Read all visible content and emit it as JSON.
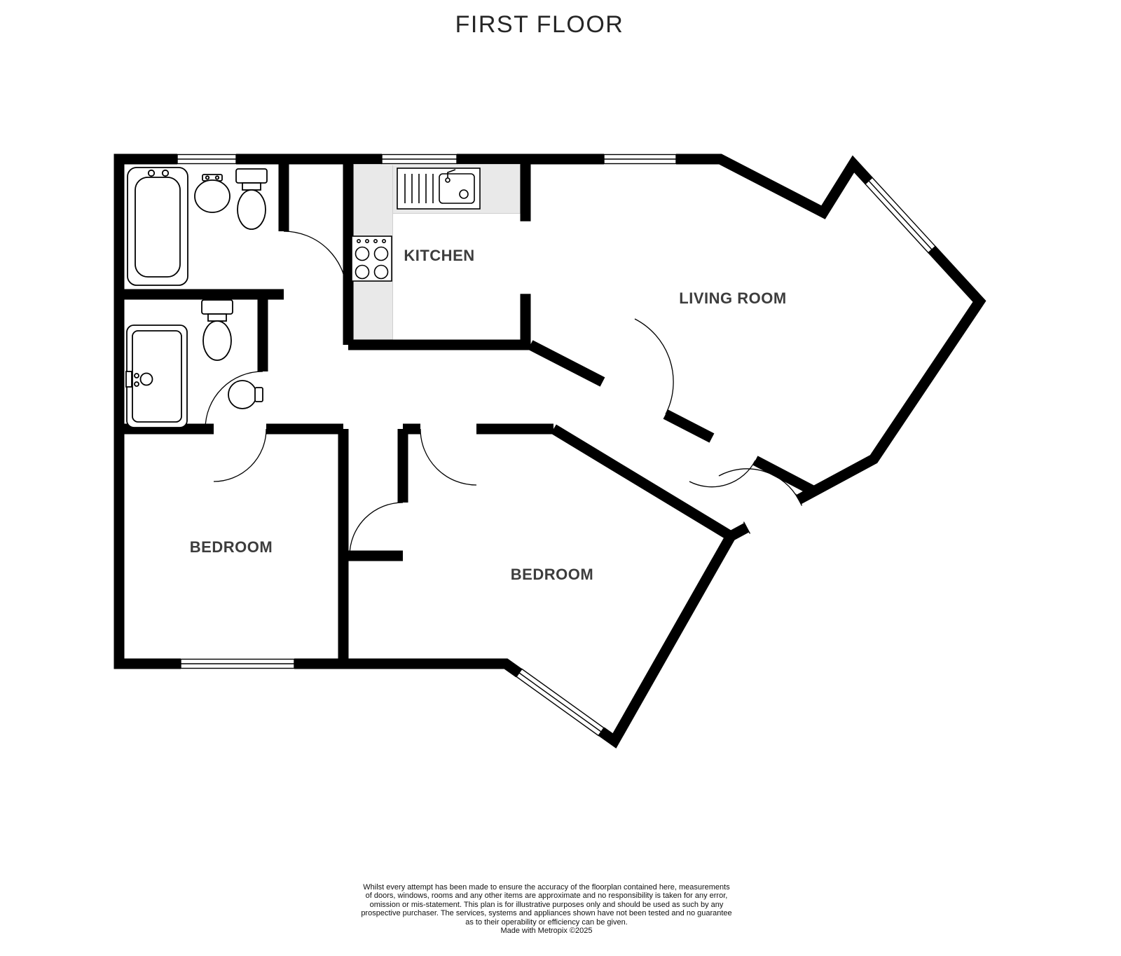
{
  "page": {
    "title": "FIRST FLOOR"
  },
  "rooms": [
    {
      "id": "kitchen",
      "label": "KITCHEN"
    },
    {
      "id": "living-room",
      "label": "LIVING ROOM"
    },
    {
      "id": "bedroom-1",
      "label": "BEDROOM"
    },
    {
      "id": "bedroom-2",
      "label": "BEDROOM"
    }
  ],
  "fixtures": [
    "bathtub",
    "pedestal-basin",
    "toilet",
    "toilet",
    "shower-tray",
    "basin",
    "kitchen-sink",
    "hob"
  ],
  "footer": {
    "disclaimer_lines": [
      "Whilst every attempt has been made to ensure the accuracy of the floorplan contained here, measurements",
      "of doors, windows, rooms and any other items are approximate and no responsibility is taken for any error,",
      "omission or mis-statement. This plan is for illustrative purposes only and should be used as such by any",
      "prospective purchaser. The services, systems and appliances shown have not been tested and no guarantee",
      "as to their operability or efficiency can be given.",
      "Made with Metropix ©2025"
    ]
  },
  "colors": {
    "wall": "#000000",
    "room_label": "#3d3d3d",
    "counter_fill": "#e9e9e9"
  }
}
